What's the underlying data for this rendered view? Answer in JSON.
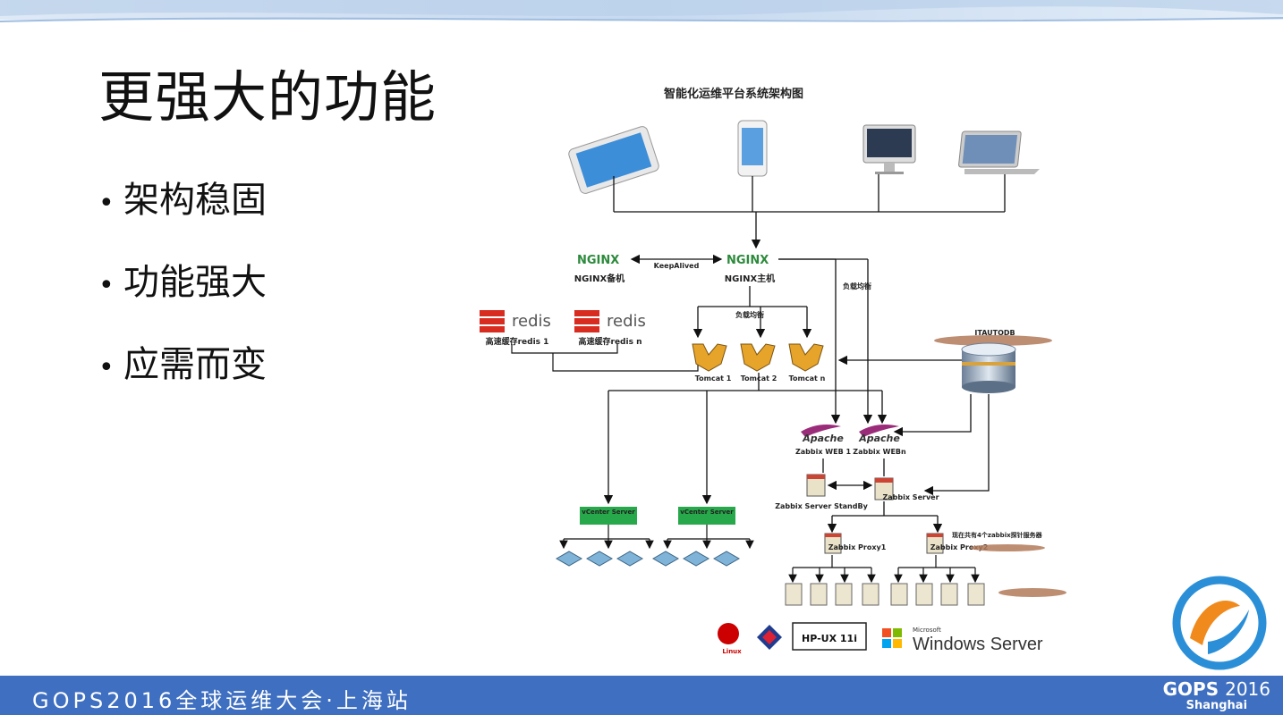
{
  "slide": {
    "title": "更强大的功能",
    "bullets": [
      "架构稳固",
      "功能强大",
      "应需而变"
    ]
  },
  "diagram": {
    "title": "智能化运维平台系统架构图",
    "nginx_backup": "NGINX备机",
    "nginx_main": "NGINX主机",
    "keepalived": "KeepAlived",
    "load_balance": "负载均衡",
    "redis_1": "高速缓存redis 1",
    "redis_n": "高速缓存redis n",
    "redis_logo": "redis",
    "tomcat_1": "Tomcat 1",
    "tomcat_2": "Tomcat 2",
    "tomcat_n": "Tomcat n",
    "db": "ITAUTODB",
    "apache_1": "Apache",
    "apache_1_sub": "Zabbix WEB 1",
    "apache_n": "Apache",
    "apache_n_sub": "Zabbix WEBn",
    "zabbix_standby": "Zabbix Server StandBy",
    "zabbix_server": "Zabbix Server",
    "vcenter_1": "vCenter Server",
    "vcenter_2": "vCenter Server",
    "proxy_1": "Zabbix Proxy1",
    "proxy_2": "Zabbix Proxy2",
    "proxy_note": "现在共有4个zabbix探针服务器",
    "os_linux": "Linux",
    "os_hpux": "HP-UX 11i",
    "os_windows_brand": "Microsoft",
    "os_windows": "Windows Server"
  },
  "footer": {
    "event": "GOPS2016全球运维大会·上海站",
    "logo_main": "GOPS",
    "logo_year": "2016",
    "logo_city": "Shanghai"
  },
  "colors": {
    "footer_bg": "#3f6fc0",
    "redis_red": "#d82c20",
    "vcenter_green": "#27a84a",
    "apache_feather": "#9b2c7a"
  }
}
